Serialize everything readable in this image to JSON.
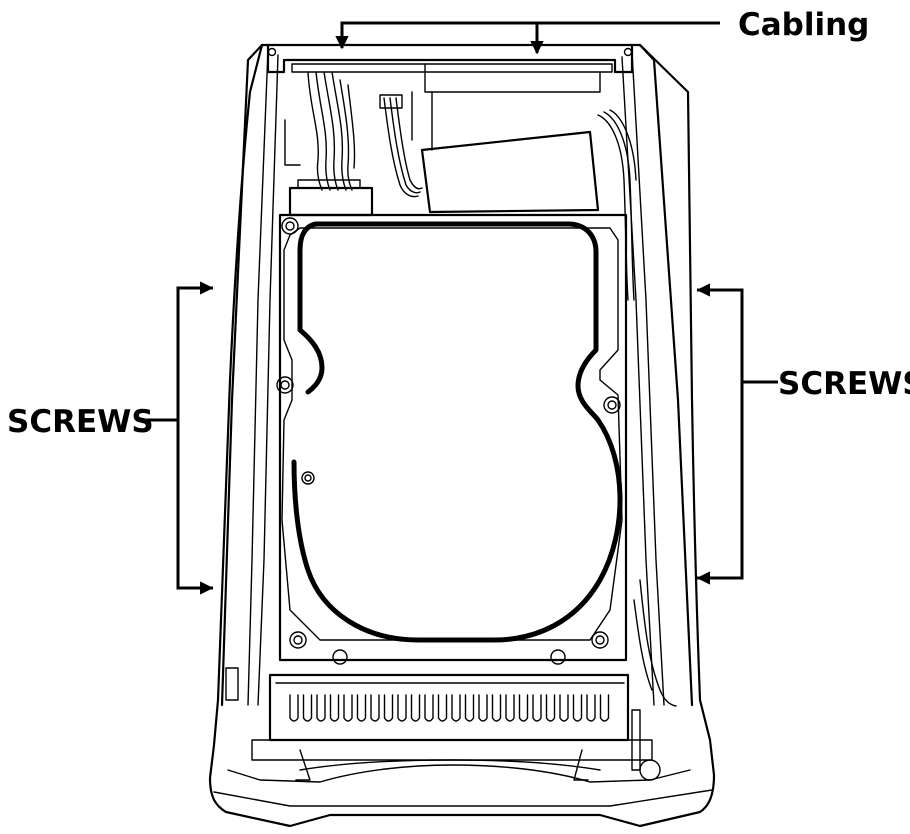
{
  "labels": {
    "cabling": "Cabling",
    "screws_left": "SCREWS",
    "screws_right": "SCREWS"
  },
  "colors": {
    "line": "#000000",
    "background": "#ffffff"
  }
}
